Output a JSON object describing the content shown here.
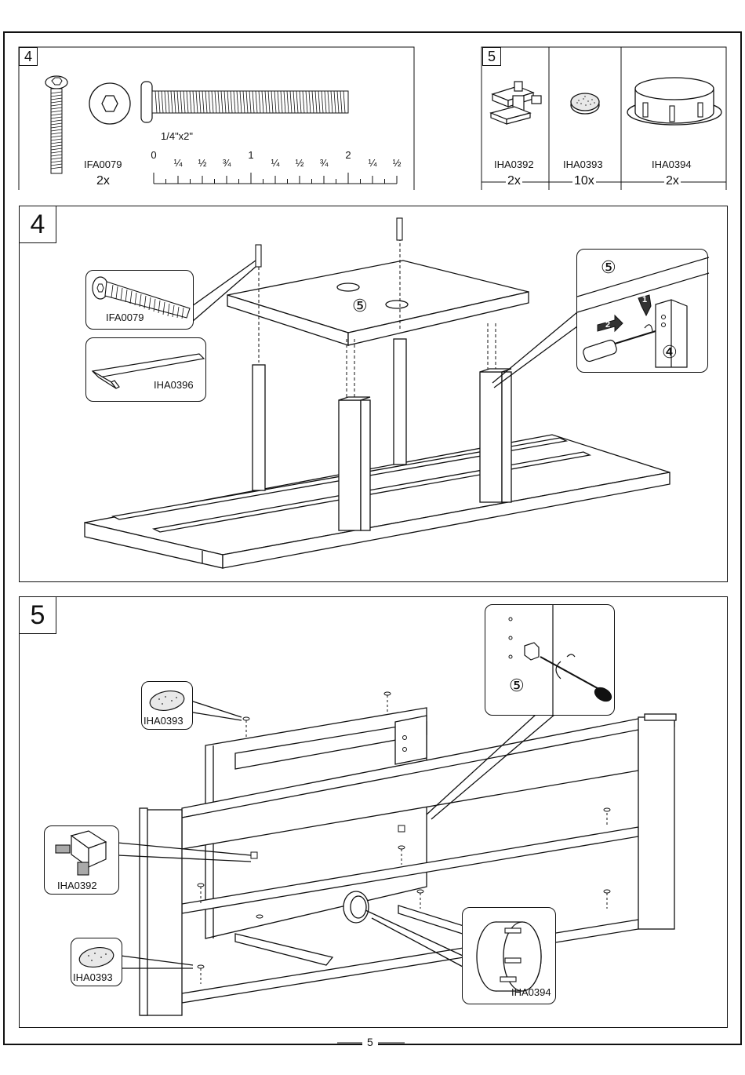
{
  "page_number": "5",
  "hardware_top": {
    "step4": {
      "step_label": "4",
      "bolt_code": "IFA0079",
      "bolt_qty": "2x",
      "bolt_size": "1/4\"x2\"",
      "ruler_labels": [
        "0",
        "¼",
        "½",
        "¾",
        "1",
        "¼",
        "½",
        "¾",
        "2",
        "¼",
        "½"
      ]
    },
    "step5": {
      "step_label": "5",
      "parts": [
        {
          "code": "IHA0392",
          "qty": "2x"
        },
        {
          "code": "IHA0393",
          "qty": "10x"
        },
        {
          "code": "IHA0394",
          "qty": "2x"
        }
      ]
    }
  },
  "step4_panel": {
    "step_label": "4",
    "bolt_code": "IFA0079",
    "key_code": "IHA0396",
    "top_marker": "⑤",
    "detail_marker_top": "⑤",
    "detail_marker_side": "④",
    "arrow1": "1",
    "arrow2": "2"
  },
  "step5_panel": {
    "step_label": "5",
    "glide_code_a": "IHA0393",
    "bracket_code": "IHA0392",
    "glide_code_b": "IHA0393",
    "cap_code": "IHA0394",
    "detail_marker": "⑤"
  }
}
